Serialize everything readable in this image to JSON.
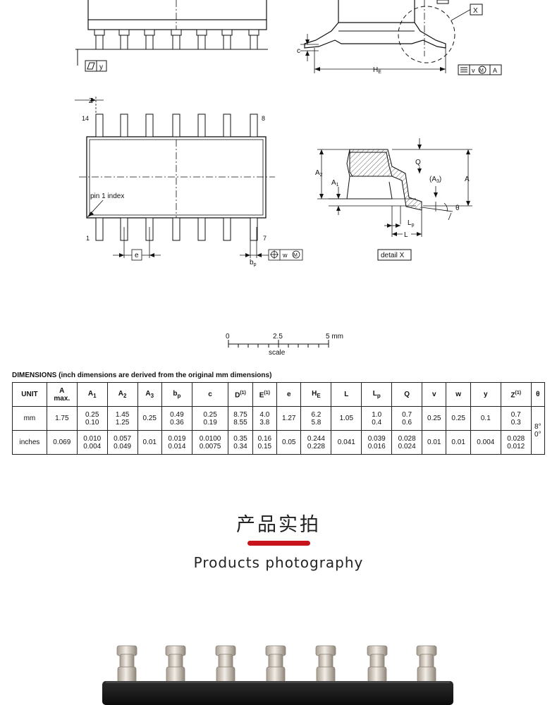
{
  "drawing": {
    "labels": {
      "x_box": "X",
      "y_ref": "y",
      "c": "c",
      "he": "H",
      "he_sub": "E",
      "v_ref": "v",
      "a_datum": "A",
      "z": "Z",
      "pin14": "14",
      "pin8": "8",
      "pin1": "1",
      "pin7": "7",
      "pin1_index": "pin 1 index",
      "e": "e",
      "bp": "b",
      "bp_sub": "p",
      "w_ref": "w",
      "q": "Q",
      "a3": "(A",
      "a3_sub": "3",
      "a3_close": ")",
      "a2": "A",
      "a2_sub": "2",
      "a1": "A",
      "a1_sub": "1",
      "a_right": "A",
      "theta": "θ",
      "lp": "L",
      "lp_sub": "p",
      "l": "L",
      "detail_x": "detail X"
    },
    "scale": {
      "t0": "0",
      "t25": "2.5",
      "t5": "5 mm",
      "label": "scale"
    }
  },
  "dimensions": {
    "title": "DIMENSIONS (inch dimensions are derived from the original mm dimensions)",
    "headers": [
      {
        "main": "UNIT",
        "sub": "",
        "sup": ""
      },
      {
        "main": "A",
        "sub": "",
        "sup": "",
        "line2": "max."
      },
      {
        "main": "A",
        "sub": "1",
        "sup": ""
      },
      {
        "main": "A",
        "sub": "2",
        "sup": ""
      },
      {
        "main": "A",
        "sub": "3",
        "sup": ""
      },
      {
        "main": "b",
        "sub": "p",
        "sup": ""
      },
      {
        "main": "c",
        "sub": "",
        "sup": ""
      },
      {
        "main": "D",
        "sub": "",
        "sup": "(1)"
      },
      {
        "main": "E",
        "sub": "",
        "sup": "(1)"
      },
      {
        "main": "e",
        "sub": "",
        "sup": ""
      },
      {
        "main": "H",
        "sub": "E",
        "sup": ""
      },
      {
        "main": "L",
        "sub": "",
        "sup": ""
      },
      {
        "main": "L",
        "sub": "p",
        "sup": ""
      },
      {
        "main": "Q",
        "sub": "",
        "sup": ""
      },
      {
        "main": "v",
        "sub": "",
        "sup": ""
      },
      {
        "main": "w",
        "sub": "",
        "sup": ""
      },
      {
        "main": "y",
        "sub": "",
        "sup": ""
      },
      {
        "main": "Z",
        "sub": "",
        "sup": "(1)"
      },
      {
        "main": "θ",
        "sub": "",
        "sup": ""
      }
    ],
    "rows": [
      [
        "mm",
        "1.75",
        "0.25\n0.10",
        "1.45\n1.25",
        "0.25",
        "0.49\n0.36",
        "0.25\n0.19",
        "8.75\n8.55",
        "4.0\n3.8",
        "1.27",
        "6.2\n5.8",
        "1.05",
        "1.0\n0.4",
        "0.7\n0.6",
        "0.25",
        "0.25",
        "0.1",
        "0.7\n0.3"
      ],
      [
        "inches",
        "0.069",
        "0.010\n0.004",
        "0.057\n0.049",
        "0.01",
        "0.019\n0.014",
        "0.0100\n0.0075",
        "0.35\n0.34",
        "0.16\n0.15",
        "0.05",
        "0.244\n0.228",
        "0.041",
        "0.039\n0.016",
        "0.028\n0.024",
        "0.01",
        "0.01",
        "0.004",
        "0.028\n0.012"
      ]
    ],
    "theta_value": "8°\n0°"
  },
  "photo": {
    "title": "产品实拍",
    "subtitle": "Products photography",
    "accent": "#c8141c"
  }
}
